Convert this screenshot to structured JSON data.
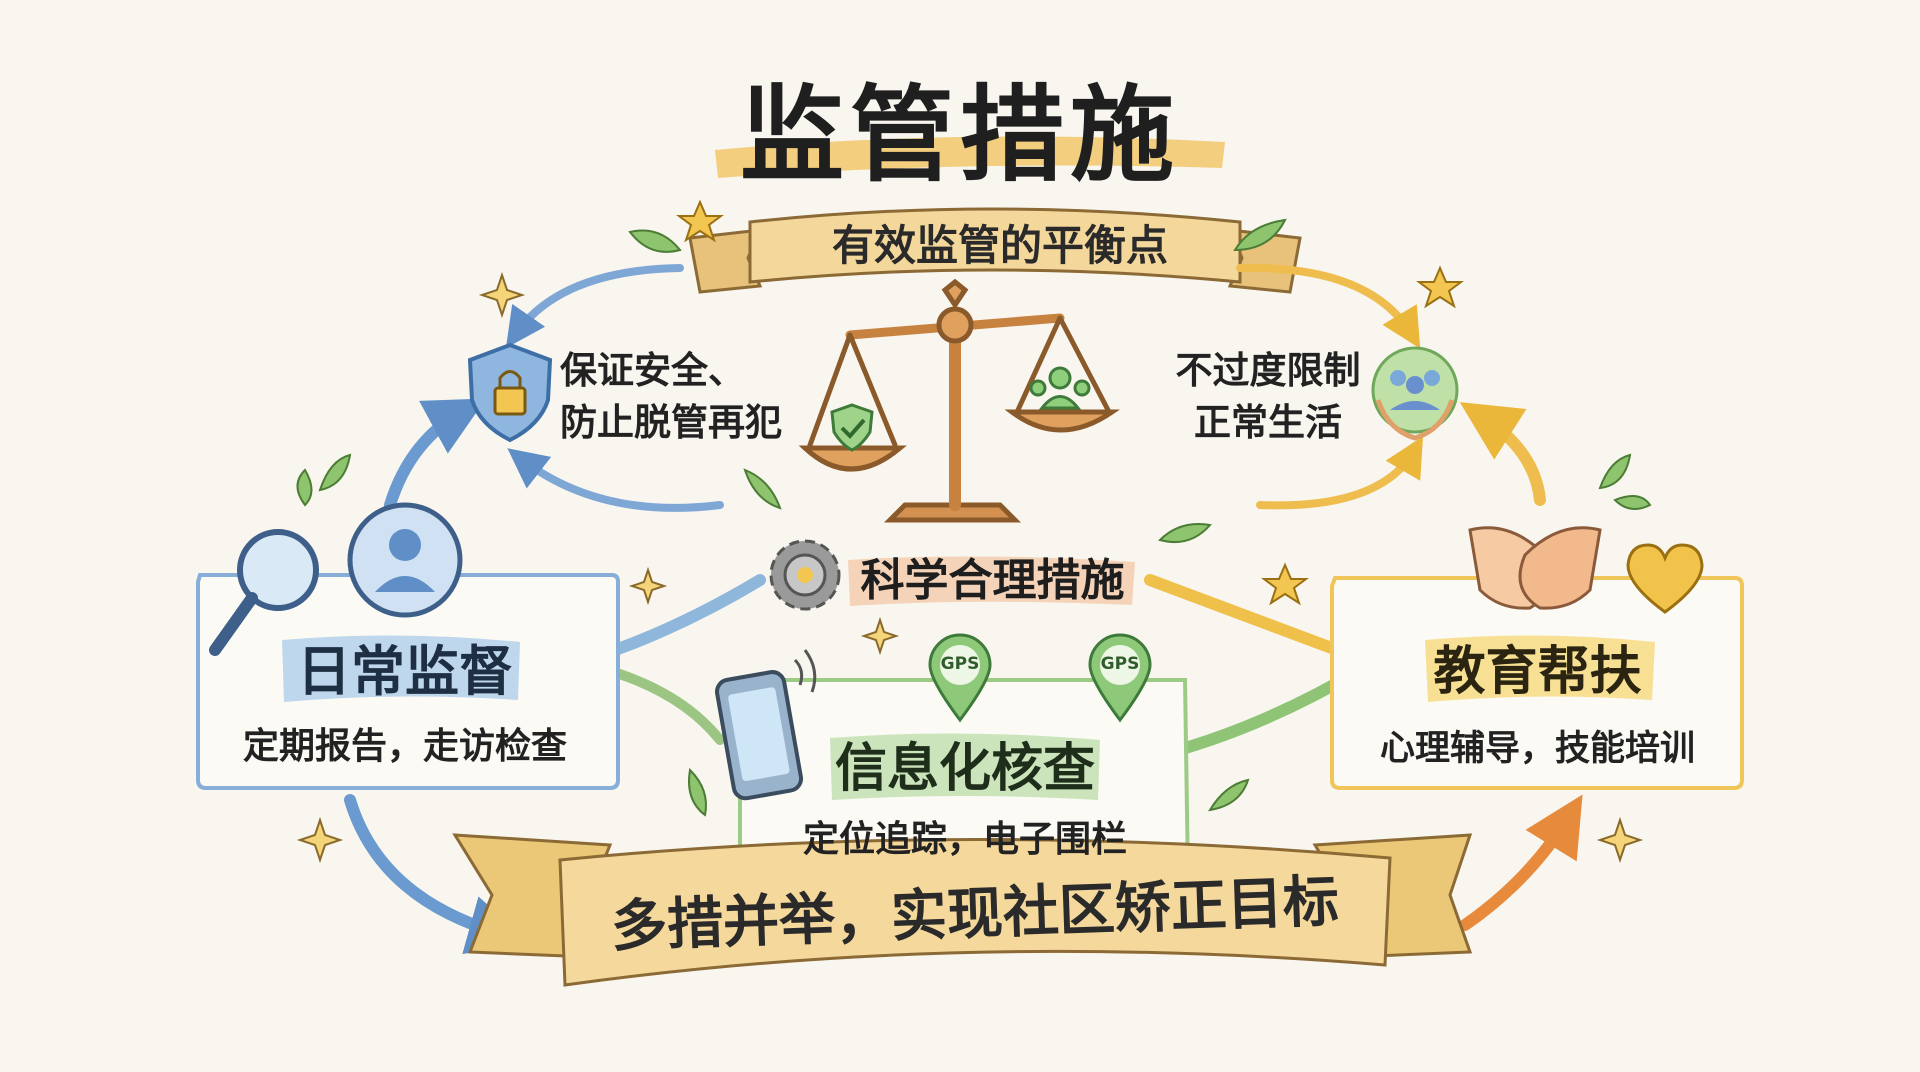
{
  "title": "监管措施",
  "balance_ribbon": "有效监管的平衡点",
  "left_goal": {
    "line1": "保证安全、",
    "line2": "防止脱管再犯"
  },
  "right_goal": {
    "line1": "不过度限制",
    "line2": "正常生活"
  },
  "center_label": "科学合理措施",
  "boxes": {
    "daily": {
      "title": "日常监督",
      "subtitle": "定期报告，走访检查"
    },
    "info": {
      "title": "信息化核查",
      "subtitle": "定位追踪，电子围栏",
      "gps1": "GPS",
      "gps2": "GPS"
    },
    "edu": {
      "title": "教育帮扶",
      "subtitle": "心理辅导，技能培训"
    }
  },
  "bottom_ribbon": "多措并举，实现社区矫正目标",
  "colors": {
    "blue": "#6f9ccf",
    "green": "#86bd6c",
    "yellow": "#f0c24a",
    "orange": "#e8914a",
    "ribbon": "#f3d89a"
  },
  "icons": [
    "shield-lock-icon",
    "scale-icon",
    "people-in-hands-icon",
    "magnifier-icon",
    "person-icon",
    "gear-icon",
    "phone-icon",
    "gps-pin-icon",
    "handshake-icon",
    "heart-icon",
    "star-icon",
    "leaf-icon"
  ]
}
